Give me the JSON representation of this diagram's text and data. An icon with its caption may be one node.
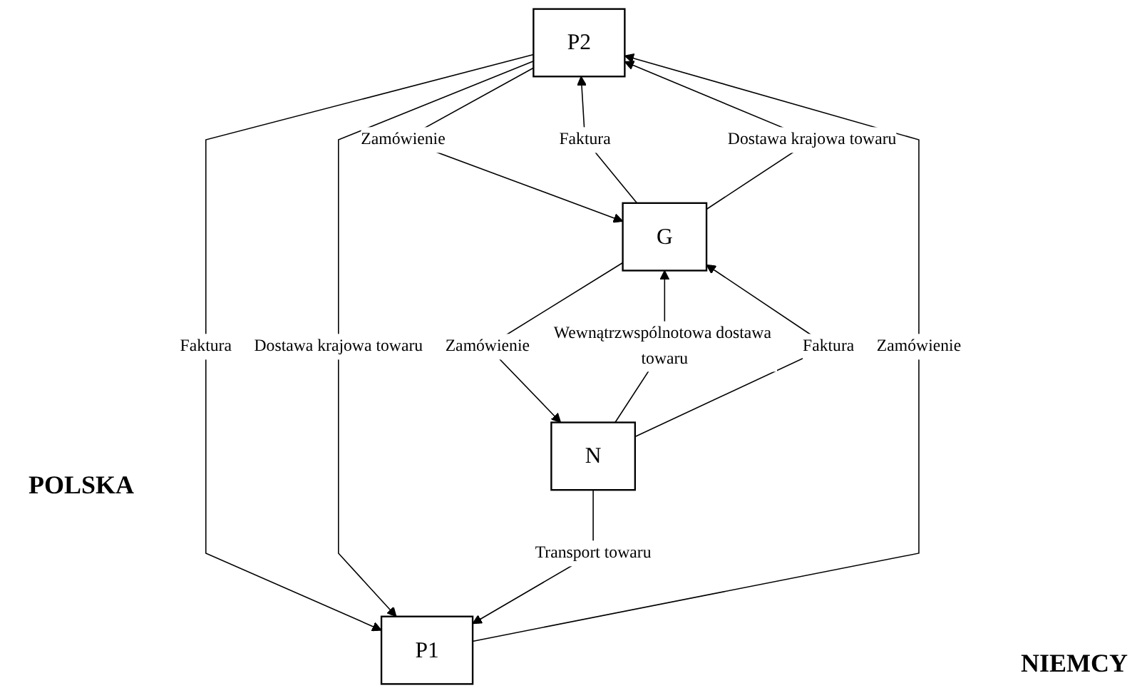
{
  "diagram": {
    "nodes": [
      {
        "text": [
          "P2"
        ]
      },
      {
        "text": [
          "G"
        ]
      },
      {
        "text": [
          "P1"
        ]
      },
      {
        "text": [
          "N"
        ]
      }
    ],
    "edges": [
      {
        "from": 0,
        "to": 1,
        "arrow": "to",
        "label": "Zamówienie"
      },
      {
        "from": 1,
        "to": 0,
        "arrow": "to",
        "label": "Faktura"
      },
      {
        "from": 1,
        "to": 0,
        "arrow": "to",
        "label": "Dostawa krajowa towaru"
      },
      {
        "from": 2,
        "to": 0,
        "arrow": "to",
        "label": "Zamówienie"
      },
      {
        "from": 0,
        "to": 2,
        "arrow": "to",
        "label": "Faktura"
      },
      {
        "from": 0,
        "to": 2,
        "arrow": "to",
        "label": "Dostawa krajowa towaru"
      },
      {
        "from": 3,
        "to": 1,
        "arrow": "to",
        "label": "Wewnątrzwspólnotowa dostawa towaru"
      },
      {
        "from": 3,
        "to": 1,
        "arrow": "to",
        "label": "Faktura"
      },
      {
        "from": 1,
        "to": 3,
        "arrow": "to",
        "label": "Zamówienie"
      },
      {
        "from": 3,
        "to": 2,
        "arrow": "to",
        "label": "Transport towaru"
      }
    ],
    "labels": [
      "POLSKA",
      "NIEMCY"
    ]
  }
}
